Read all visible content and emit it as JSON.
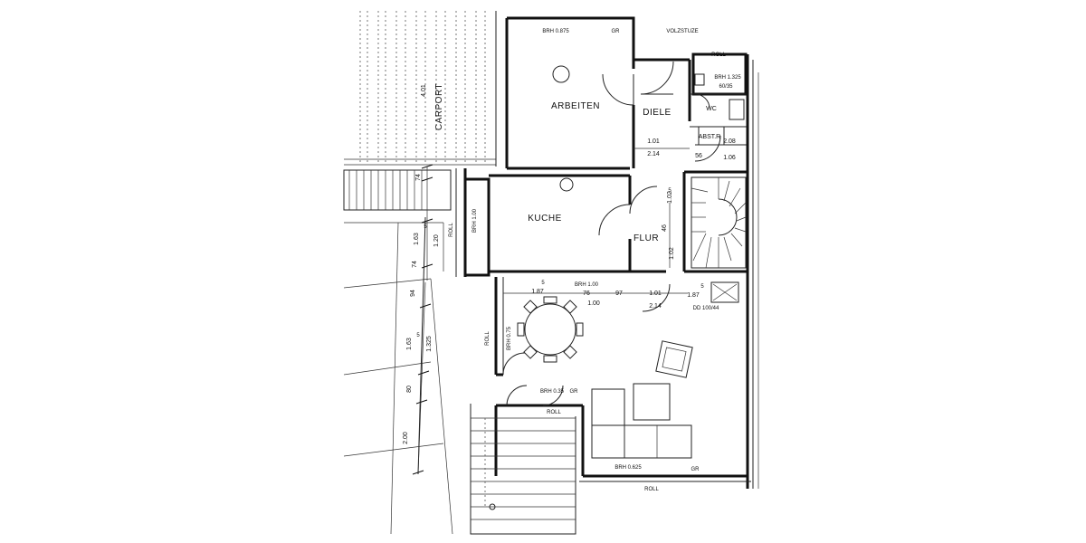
{
  "rooms": {
    "carport": "CARPORT",
    "arbeiten": "ARBEITEN",
    "diele": "DIELE",
    "wc": "WC",
    "abst": "ABST.R",
    "kuche": "KUCHE",
    "flur": "FLUR"
  },
  "window_labels": {
    "brh_0875": "BRH 0.875",
    "gr_top": "GR",
    "roll_top": "ROLL",
    "brh_1325": "BRH 1.325",
    "brh_100": "BRH 1.00",
    "brh_035": "BRH 0.35",
    "gr_terrace": "GR",
    "roll_terrace": "ROLL",
    "brh_0625": "BRH 0.625",
    "gr_bottom": "GR",
    "roll_bottom": "ROLL",
    "roll_left": "ROLL",
    "roll_kuche": "ROLL",
    "brh_side_1": "BRH 1.00",
    "brh_side_2": "BRH 0.75",
    "vol": "VOLZSTUZE",
    "flue": "DD 100/44",
    "wc_small": "60/35"
  },
  "dimensions": {
    "d_401": "4.01",
    "d_74_top": "74",
    "d_163_top": "1.63",
    "d_120": "1.20",
    "d_74_mid": "74",
    "d_94": "94",
    "d_163_bot": "1.63",
    "d_1325": "1.325",
    "d_80": "80",
    "d_200": "2.00",
    "d_101_a": "1.01",
    "d_214_a": "2.14",
    "d_208": "2.08",
    "d_106": "1.06",
    "d_56": "56",
    "d_187_l": "1.87",
    "d_76": "76",
    "d_97": "97",
    "d_100": "1.00",
    "d_101_b": "1.01",
    "d_214_b": "2.14",
    "d_187_r": "1.87",
    "d_102_a": "1.02",
    "d_102_b": "1.02",
    "d_465": "46",
    "d_5a": "5",
    "d_5b": "5",
    "d_5c": "5",
    "d_5d": "5",
    "d_5e": "5"
  }
}
